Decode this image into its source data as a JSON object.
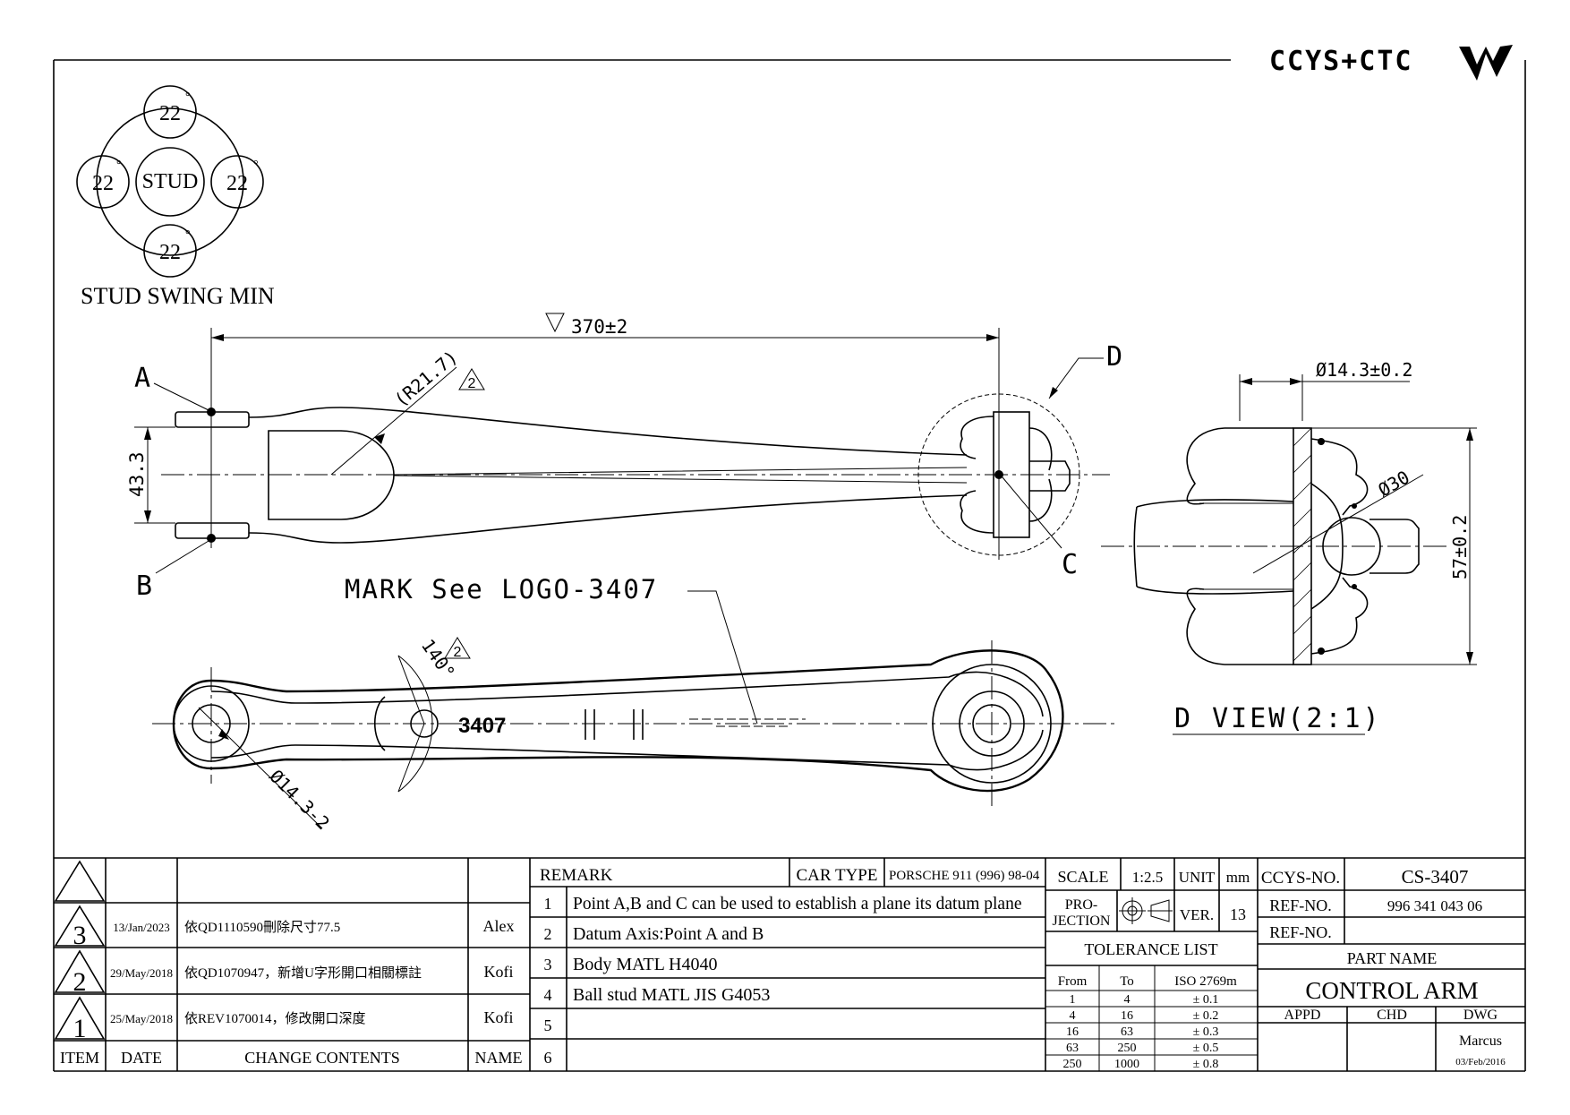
{
  "brand": {
    "logo_text": "CCYS+CTC"
  },
  "stud_swing": {
    "center_label": "STUD",
    "angles": [
      "22",
      "22",
      "22",
      "22"
    ],
    "degree_mark": "°",
    "caption": "STUD SWING MIN"
  },
  "dimensions": {
    "overall_length": "370±2",
    "radius": "(R21.7)",
    "eye_width": "43.3",
    "stud_diameter": "Ø14.3±0.2",
    "ball_diameter": "Ø30",
    "housing_height": "57±0.2",
    "bore_diameter": "Ø14.3-2",
    "angle": "140°",
    "rev_marker": "2"
  },
  "labels": {
    "point_a": "A",
    "point_b": "B",
    "point_c": "C",
    "point_d": "D",
    "mark_note": "MARK See LOGO-3407",
    "part_stamp": "3407",
    "d_view": "D VIEW(2:1)"
  },
  "revisions": {
    "headers": {
      "item": "ITEM",
      "date": "DATE",
      "change": "CHANGE CONTENTS",
      "name": "NAME"
    },
    "rows": [
      {
        "item": "3",
        "date": "13/Jan/2023",
        "change": "依QD1110590刪除尺寸77.5",
        "name": "Alex"
      },
      {
        "item": "2",
        "date": "29/May/2018",
        "change": "依QD1070947，新增U字形開口相關標註",
        "name": "Kofi"
      },
      {
        "item": "1",
        "date": "25/May/2018",
        "change": "依REV1070014，修改開口深度",
        "name": "Kofi"
      }
    ]
  },
  "remarks": {
    "header": "REMARK",
    "car_type_label": "CAR TYPE",
    "car_type_value": "PORSCHE 911 (996) 98-04",
    "items": [
      {
        "num": "1",
        "text": "Point A,B and C can be used to establish a plane its datum plane"
      },
      {
        "num": "2",
        "text": "Datum Axis:Point A and B"
      },
      {
        "num": "3",
        "text": "Body MATL H4040"
      },
      {
        "num": "4",
        "text": "Ball stud MATL JIS G4053"
      },
      {
        "num": "5",
        "text": ""
      },
      {
        "num": "6",
        "text": ""
      }
    ]
  },
  "title_block": {
    "scale_label": "SCALE",
    "scale_value": "1:2.5",
    "unit_label": "UNIT",
    "unit_value": "mm",
    "projection_label_1": "PRO-",
    "projection_label_2": "JECTION",
    "ver_label": "VER.",
    "ver_value": "13",
    "tolerance_title": "TOLERANCE LIST",
    "tolerance_headers": [
      "From",
      "To",
      "ISO 2769m"
    ],
    "tolerance_rows": [
      [
        "1",
        "4",
        "± 0.1"
      ],
      [
        "4",
        "16",
        "± 0.2"
      ],
      [
        "16",
        "63",
        "± 0.3"
      ],
      [
        "63",
        "250",
        "± 0.5"
      ],
      [
        "250",
        "1000",
        "± 0.8"
      ]
    ],
    "ccys_no_label": "CCYS-NO.",
    "ccys_no_value": "CS-3407",
    "ref_no_label": "REF-NO.",
    "ref_no_value": "996 341 043 06",
    "ref_no2_label": "REF-NO.",
    "ref_no2_value": "",
    "part_name_label": "PART NAME",
    "part_name_value": "CONTROL ARM",
    "appd_label": "APPD",
    "chd_label": "CHD",
    "dwg_label": "DWG",
    "dwg_name": "Marcus",
    "dwg_date": "03/Feb/2016"
  }
}
